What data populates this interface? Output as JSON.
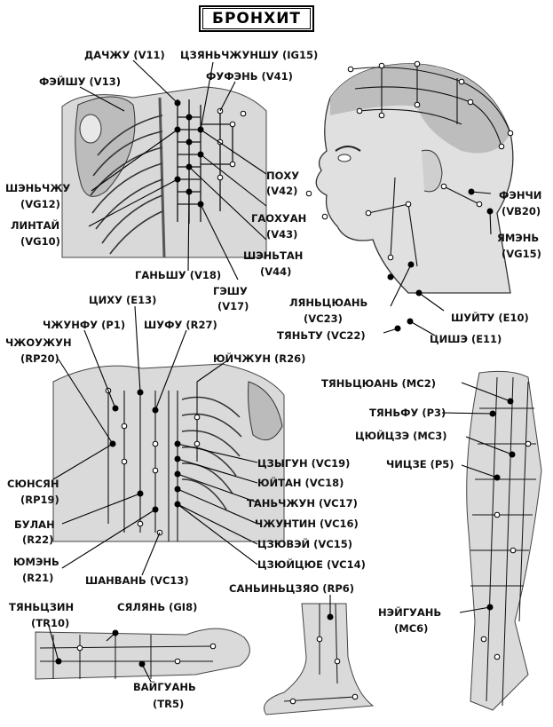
{
  "title": "БРОНХИТ",
  "labels": {
    "dazhu": "ДАЧЖУ (V11)",
    "tszyanchzhunshu": "ЦЗЯНЬЧЖУНШУ (IG15)",
    "feyshu": "ФЭЙШУ (V13)",
    "fufen": "ФУФЭНЬ (V41)",
    "shenchzhu_1": "ШЭНЬЧЖУ",
    "shenchzhu_2": "(VG12)",
    "lintai_1": "ЛИНТАЙ",
    "lintai_2": "(VG10)",
    "pohu_1": "ПОХУ",
    "pohu_2": "(V42)",
    "gaohuan_1": "ГАОХУАН",
    "gaohuan_2": "(V43)",
    "shentan_1": "ШЭНЬТАН",
    "shentan_2": "(V44)",
    "ganshu": "ГАНЬШУ (V18)",
    "geshu_1": "ГЭШУ",
    "geshu_2": "(V17)",
    "fenchi_1": "ФЭНЧИ",
    "fenchi_2": "(VB20)",
    "yamen_1": "ЯМЭНЬ",
    "yamen_2": "(VG15)",
    "lyantsyuan_1": "ЛЯНЬЦЮАНЬ",
    "lyantsyuan_2": "(VC23)",
    "tyantu": "ТЯНЬТУ (VC22)",
    "shuytu": "ШУЙТУ (E10)",
    "tsishe": "ЦИШЭ (E11)",
    "tsihu": "ЦИХУ (Е13)",
    "chzhunfu": "ЧЖУНФУ (Р1)",
    "shufu": "ШУФУ (R27)",
    "chzhouzhun_1": "ЧЖОУЖУН",
    "chzhouzhun_2": "(RP20)",
    "yuychzhun": "ЮЙЧЖУН (R26)",
    "tszygun": "ЦЗЫГУН (VC19)",
    "yuytan": "ЮЙТАН (VC18)",
    "tanchzhun": "ТАНЬЧЖУН (VC17)",
    "syunsyan_1": "СЮНСЯН",
    "syunsyan_2": "(RP19)",
    "bulan_1": "БУЛАН",
    "bulan_2": "(R22)",
    "chzhuntin": "ЧЖУНТИН (VC16)",
    "tszyuvey": "ЦЗЮВЭЙ (VC15)",
    "yumen_1": "ЮМЭНЬ",
    "yumen_2": "(R21)",
    "tszyuytsyue": "ЦЗЮЙЦЮЕ (VC14)",
    "shanvan": "ШАНВАНЬ (VC13)",
    "tyantsyuan_mc2": "ТЯНЬЦЮАНЬ (МС2)",
    "tyanfu": "ТЯНЬФУ (Р3)",
    "tsyuytsze": "ЦЮЙЦЗЭ (МС3)",
    "chitsze": "ЧИЦЗЕ (Р5)",
    "saninytszyao": "САНЬИНЬЦЗЯО (RP6)",
    "neyguan_1": "НЭЙГУАНЬ",
    "neyguan_2": "(МС6)",
    "tyantszin_1": "ТЯНЬЦЗИН",
    "tyantszin_2": "(TR10)",
    "syalyan": "СЯЛЯНЬ (GI8)",
    "vayguan_1": "ВАЙГУАНЬ",
    "vayguan_2": "(TR5)"
  }
}
